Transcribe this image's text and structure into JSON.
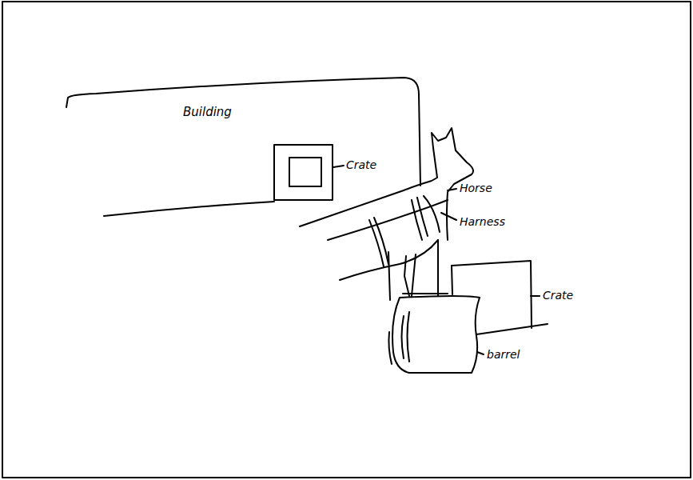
{
  "diagram": {
    "nodes": [
      {
        "text": [
          "Building"
        ]
      }
    ],
    "labels": [
      "Crate",
      "Horse",
      "Harness",
      "Crate",
      "barrel"
    ]
  }
}
